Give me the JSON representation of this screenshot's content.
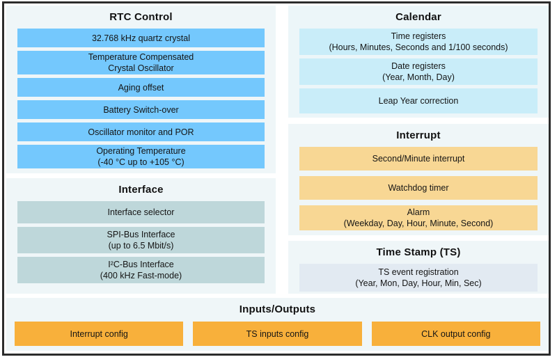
{
  "colors": {
    "blue": "#74c8fd",
    "grayteal": "#bed7da",
    "paleblue": "#c9edf9",
    "paleorange": "#f8d794",
    "bluegray": "#e2eaf2",
    "orange": "#f8b03b",
    "panel": "#eff6f8",
    "panelcal": "#ecf6f9",
    "border": "#2c2c2c",
    "text": "#141414"
  },
  "sections": {
    "rtc": {
      "title": "RTC Control",
      "boxes": [
        [
          "32.768 kHz quartz crystal"
        ],
        [
          "Temperature Compensated",
          "Crystal Oscillator"
        ],
        [
          "Aging offset"
        ],
        [
          "Battery Switch-over"
        ],
        [
          "Oscillator monitor and POR"
        ],
        [
          "Operating Temperature",
          "(-40 °C up to +105 °C)"
        ]
      ]
    },
    "interface": {
      "title": "Interface",
      "boxes": [
        [
          "Interface selector"
        ],
        [
          "SPI-Bus Interface",
          "(up to 6.5 Mbit/s)"
        ],
        [
          "I²C-Bus Interface",
          "(400 kHz Fast-mode)"
        ]
      ]
    },
    "calendar": {
      "title": "Calendar",
      "boxes": [
        [
          "Time registers",
          "(Hours, Minutes, Seconds and 1/100 seconds)"
        ],
        [
          "Date registers",
          "(Year, Month, Day)"
        ],
        [
          "Leap Year correction"
        ]
      ]
    },
    "interrupt": {
      "title": "Interrupt",
      "boxes": [
        [
          "Second/Minute interrupt"
        ],
        [
          "Watchdog timer"
        ],
        [
          "Alarm",
          "(Weekday, Day, Hour, Minute, Second)"
        ]
      ]
    },
    "timestamp": {
      "title": "Time Stamp (TS)",
      "boxes": [
        [
          "TS event registration",
          "(Year, Mon, Day, Hour, Min, Sec)"
        ]
      ]
    },
    "io": {
      "title": "Inputs/Outputs",
      "boxes": [
        [
          "Interrupt config"
        ],
        [
          "TS inputs config"
        ],
        [
          "CLK output config"
        ]
      ]
    }
  }
}
